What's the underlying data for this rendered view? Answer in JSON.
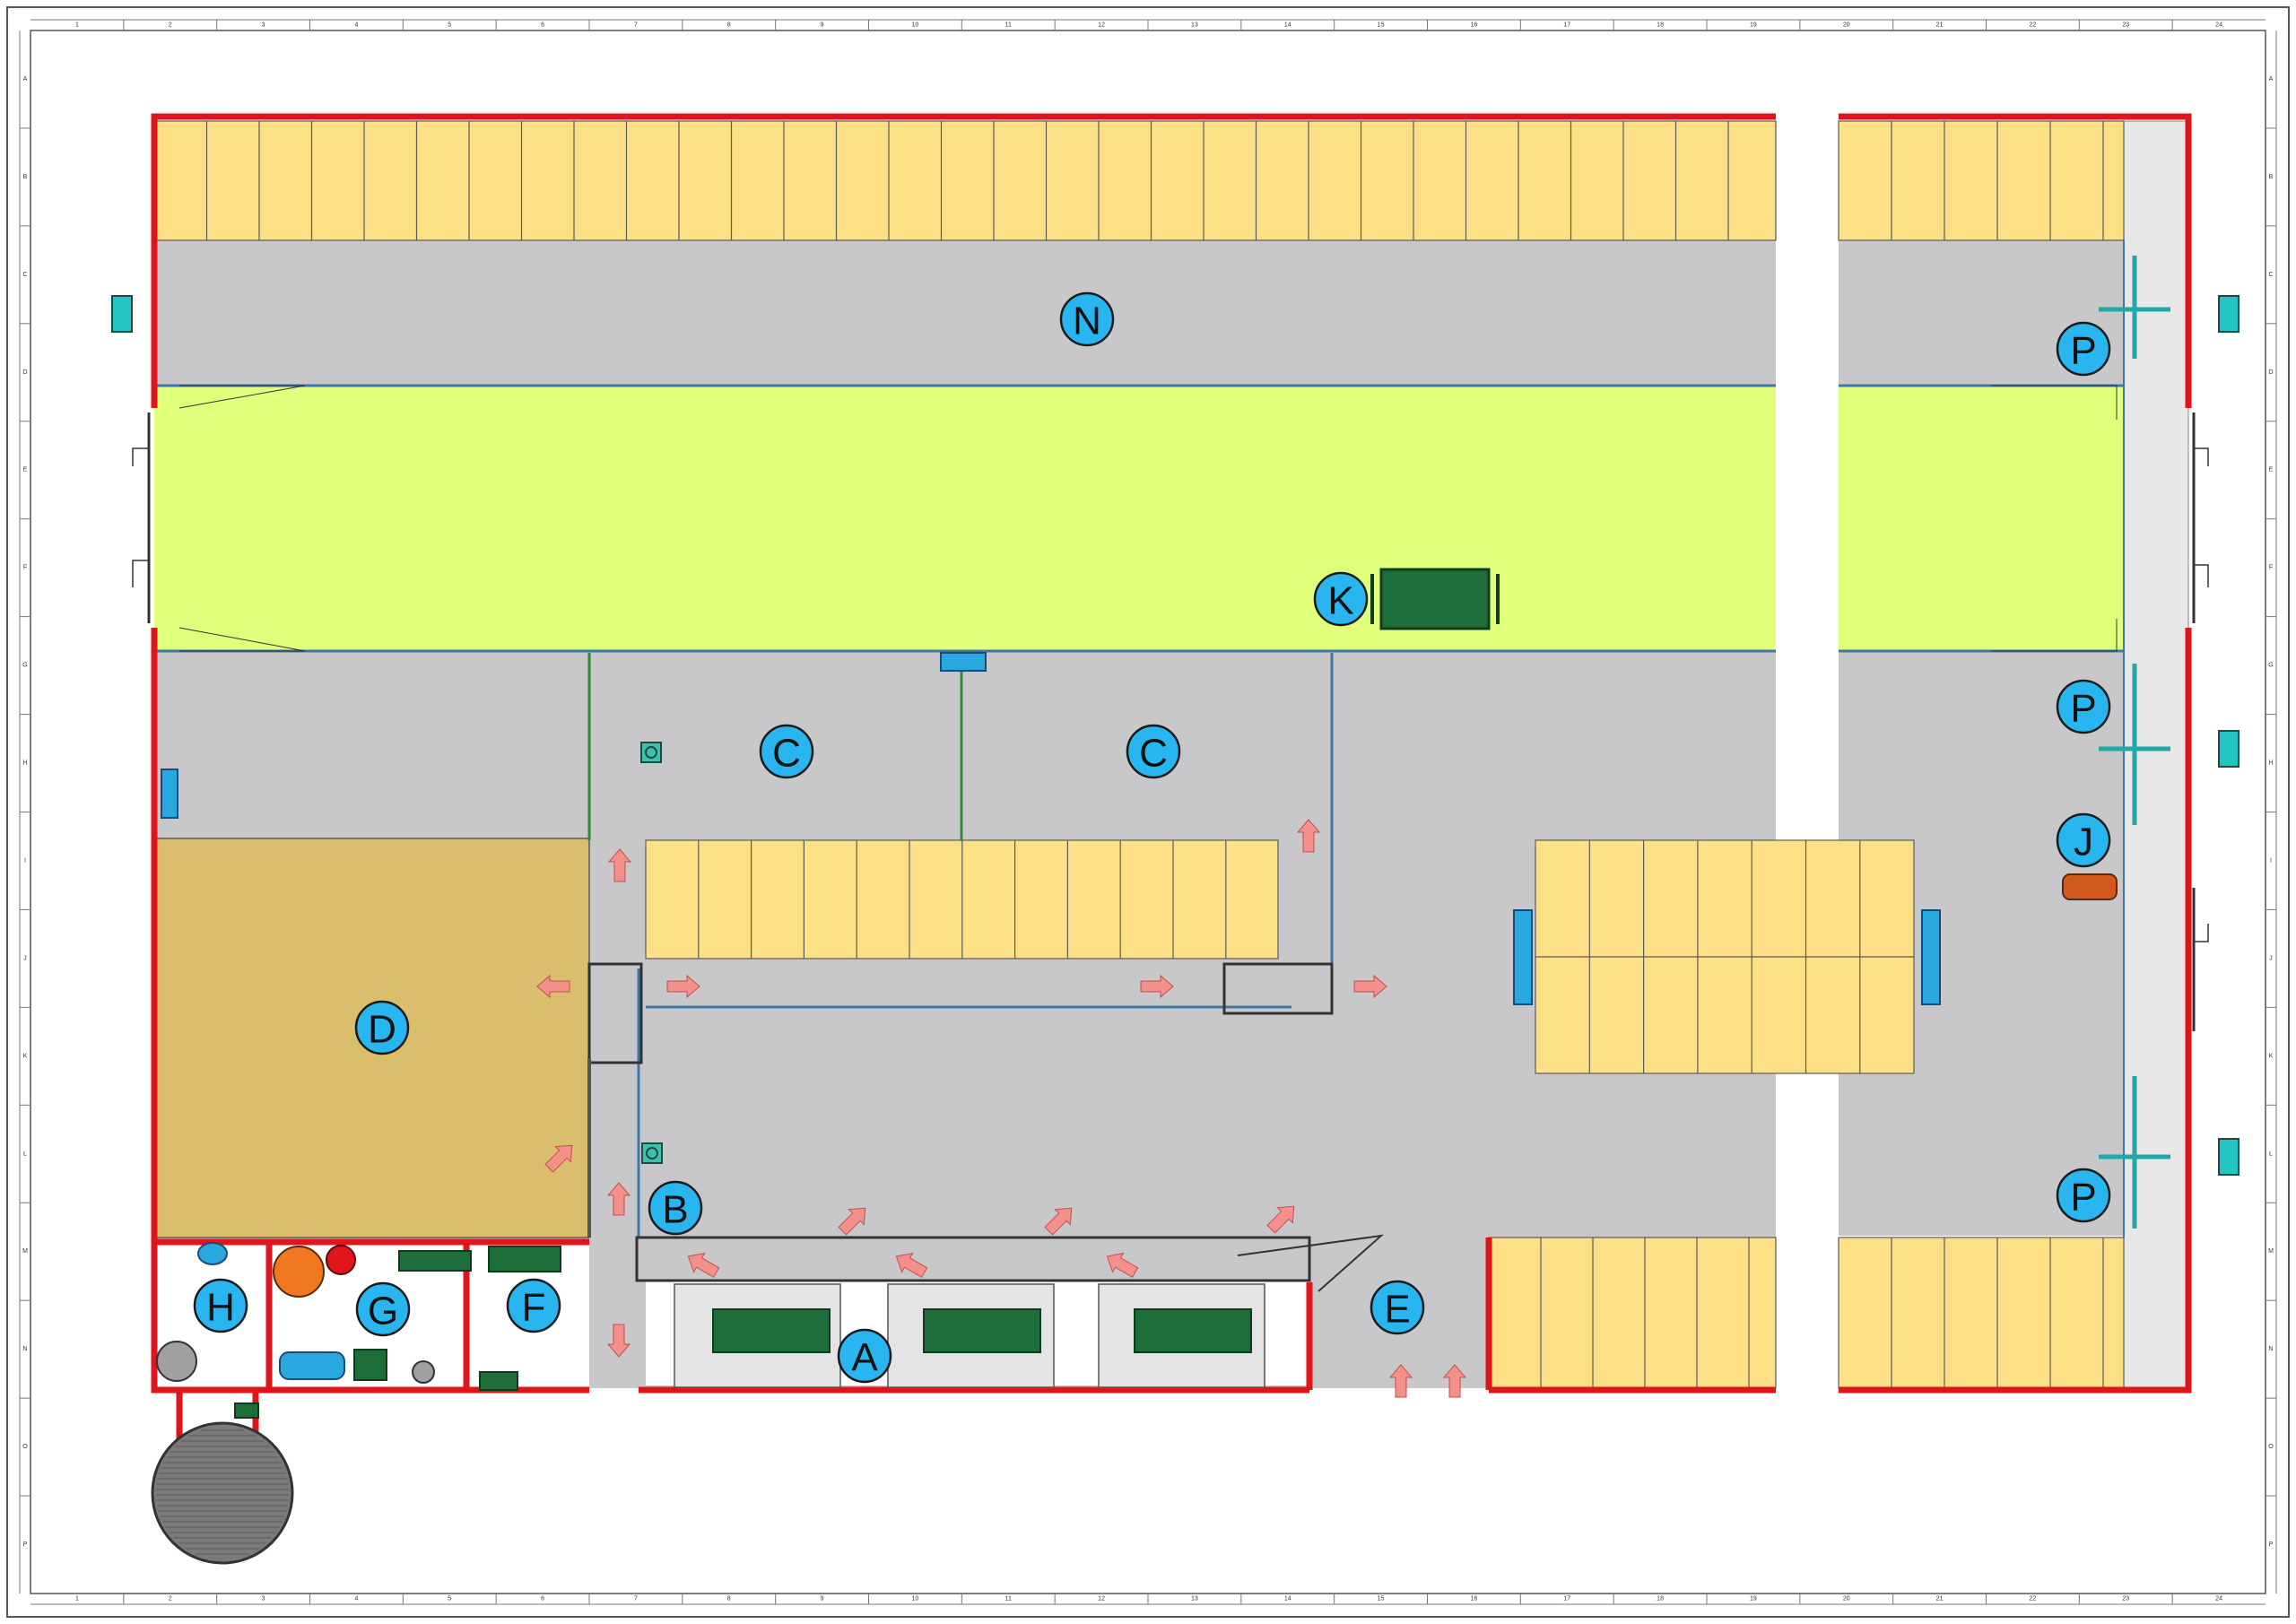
{
  "frame": {
    "columns": [
      "1",
      "2",
      "3",
      "4",
      "5",
      "6",
      "7",
      "8",
      "9",
      "10",
      "11",
      "12",
      "13",
      "14",
      "15",
      "16",
      "17",
      "18",
      "19",
      "20",
      "21",
      "22",
      "23",
      "24"
    ],
    "rows": [
      "A",
      "B",
      "C",
      "D",
      "E",
      "F",
      "G",
      "H",
      "I",
      "J",
      "K",
      "L",
      "M",
      "N",
      "O",
      "P"
    ]
  },
  "zones": {
    "N": "N",
    "K": "K",
    "C1": "C",
    "C2": "C",
    "D": "D",
    "B": "B",
    "A": "A",
    "E": "E",
    "F": "F",
    "G": "G",
    "H": "H",
    "P1": "P",
    "P2": "P",
    "P3": "P",
    "J": "J"
  },
  "colors": {
    "wall": "#e0141b",
    "stall": "#fde085",
    "floor": "#c8c8ca",
    "feed_alley": "#e0ff7a",
    "bedded_pack": "#dbbd6e",
    "label": "#29b6f0",
    "equipment_green": "#1e6e3a",
    "water_trough": "#29a8e0",
    "arrow": "#f4908a",
    "rail": "#3b78a8"
  }
}
